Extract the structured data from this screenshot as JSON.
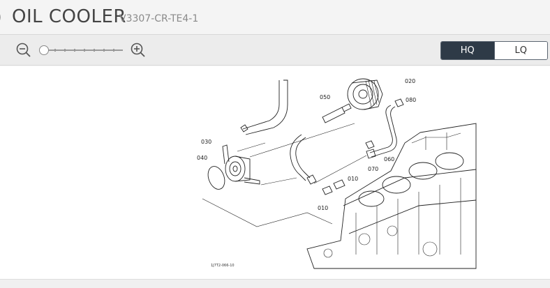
{
  "header": {
    "back_icon": "chevron-left-icon",
    "title": "OIL COOLER",
    "model_code": "V3307-CR-TE4-1"
  },
  "toolbar": {
    "zoom_out_icon": "zoom-out-icon",
    "zoom_in_icon": "zoom-in-icon",
    "zoom_level": 0,
    "quality_options": [
      "HQ",
      "LQ"
    ],
    "quality_selected": "HQ"
  },
  "diagram": {
    "callouts": [
      "020",
      "050",
      "080",
      "030",
      "040",
      "060",
      "070",
      "010",
      "010"
    ],
    "drawing_code": "1J7T2-066-10"
  },
  "colors": {
    "toggle_active": "#2e3a47",
    "toolbar_bg": "#ececec",
    "canvas_bg": "#ffffff"
  }
}
